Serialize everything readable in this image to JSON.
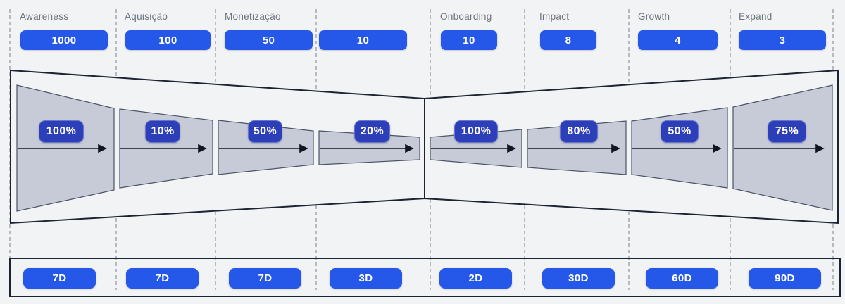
{
  "diagram": {
    "type": "funnel-pipeline",
    "stages": [
      {
        "label": "Awareness",
        "value": "1000",
        "conversion": "100%",
        "duration": "7D"
      },
      {
        "label": "Aquisição",
        "value": "100",
        "conversion": "10%",
        "duration": "7D"
      },
      {
        "label": "Monetização",
        "value": "50",
        "conversion": "50%",
        "duration": "7D"
      },
      {
        "label": "",
        "value": "10",
        "conversion": "20%",
        "duration": "3D"
      },
      {
        "label": "Onboarding",
        "value": "10",
        "conversion": "100%",
        "duration": "2D"
      },
      {
        "label": "Impact",
        "value": "8",
        "conversion": "80%",
        "duration": "30D"
      },
      {
        "label": "Growth",
        "value": "4",
        "conversion": "50%",
        "duration": "60D"
      },
      {
        "label": "Expand",
        "value": "3",
        "conversion": "75%",
        "duration": "90D"
      }
    ],
    "colors": {
      "background": "#f2f3f5",
      "badge_blue": "#2557e8",
      "badge_indigo": "#2c3eb8",
      "funnel_segment_fill": "#c7cbd8",
      "funnel_segment_stroke": "#4a5468",
      "outline_dark": "#1c2433",
      "dashed_divider": "#9fa6b2",
      "label_gray": "#6d7480"
    }
  }
}
